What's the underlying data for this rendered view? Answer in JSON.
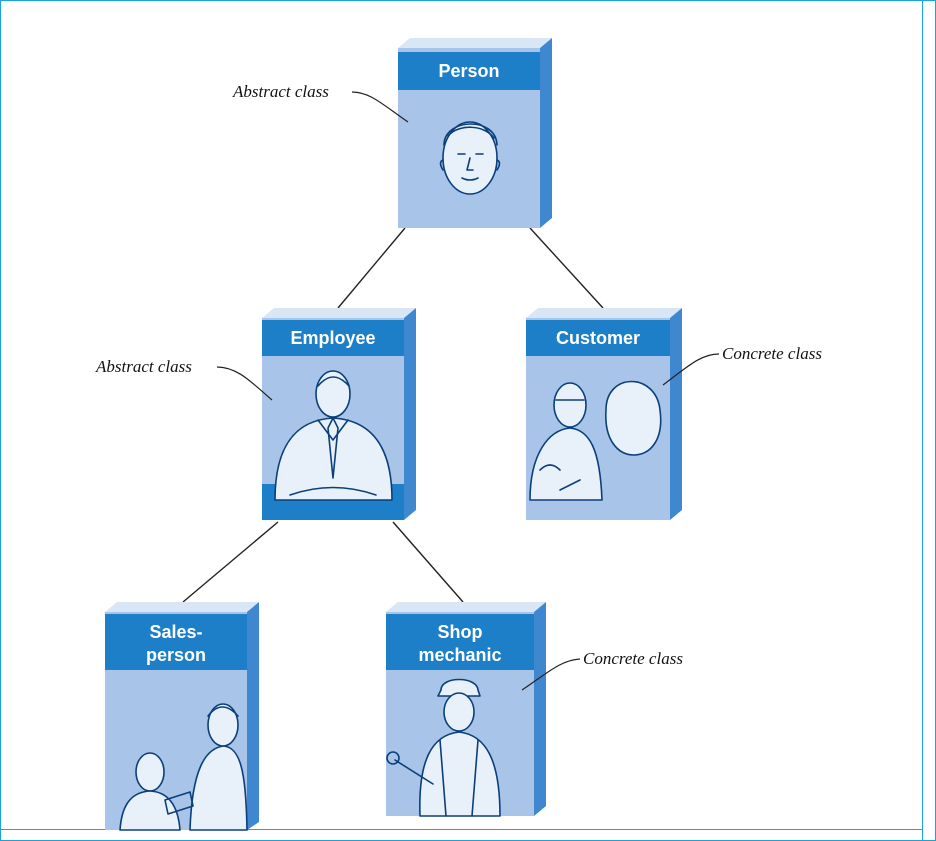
{
  "classes": {
    "person": {
      "title": "Person"
    },
    "employee": {
      "title": "Employee"
    },
    "customer": {
      "title": "Customer"
    },
    "salesperson": {
      "title_lines": [
        "Sales-",
        "person"
      ]
    },
    "shop_mechanic": {
      "title_lines": [
        "Shop",
        "mechanic"
      ]
    }
  },
  "annotations": {
    "person": "Abstract class",
    "employee": "Abstract class",
    "customer": "Concrete class",
    "shop_mechanic": "Concrete class"
  },
  "colors": {
    "box_front": "#a8c4e8",
    "box_side": "#3f88cf",
    "box_top": "#d8e6f6",
    "title_band": "#1c7fc8",
    "border": "#1aa3d9"
  }
}
